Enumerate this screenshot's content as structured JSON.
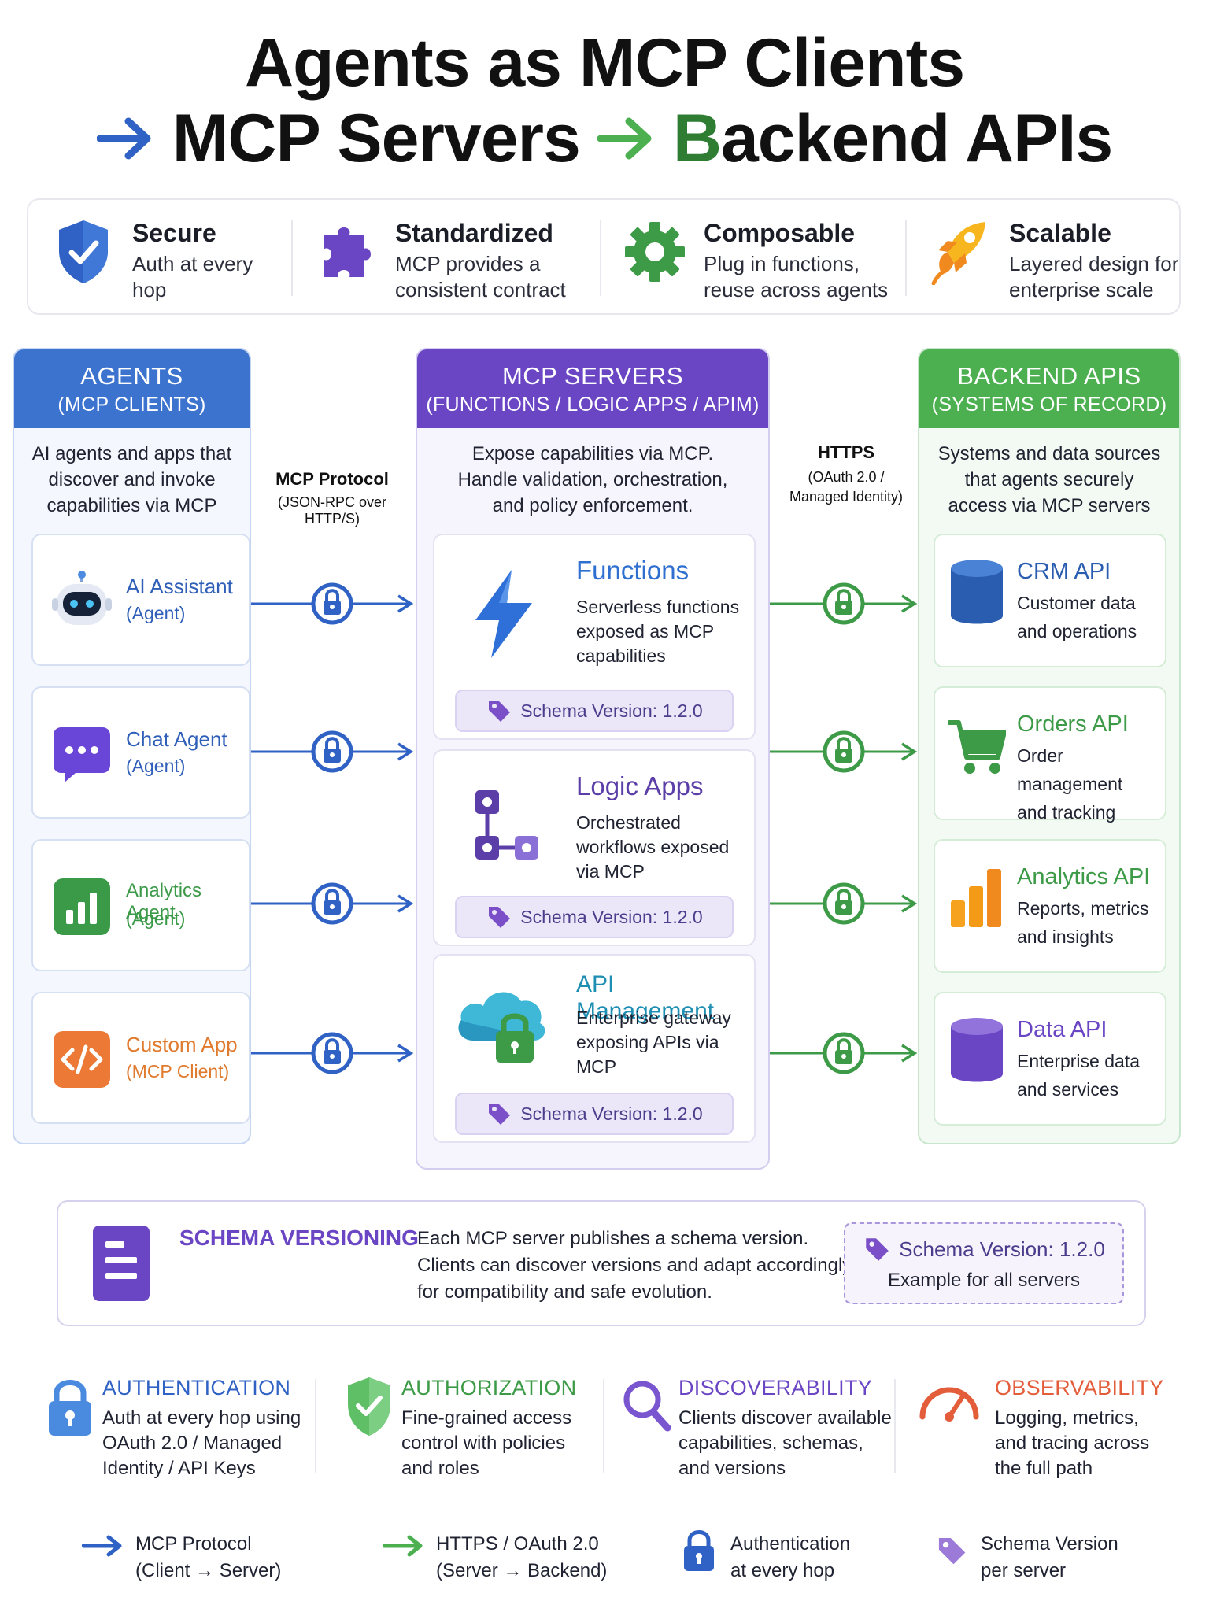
{
  "title": {
    "line1": "Agents as MCP Clients",
    "line2_part1": "MCP Servers",
    "line2_part2_first": "B",
    "line2_part2_rest": "ackend APIs"
  },
  "features": [
    {
      "title": "Secure",
      "line1": "Auth at every",
      "line2": "hop",
      "icon": "shield-check-icon"
    },
    {
      "title": "Standardized",
      "line1": "MCP provides a",
      "line2": "consistent contract",
      "icon": "puzzle-icon"
    },
    {
      "title": "Composable",
      "line1": "Plug in functions,",
      "line2": "reuse across agents",
      "icon": "gear-icon"
    },
    {
      "title": "Scalable",
      "line1": "Layered design for",
      "line2": "enterprise scale",
      "icon": "rocket-icon"
    }
  ],
  "agents": {
    "heading": "AGENTS",
    "subheading": "(MCP CLIENTS)",
    "desc": [
      "AI agents and apps that",
      "discover and invoke",
      "capabilities via MCP"
    ],
    "color": "#3b73cf",
    "items": [
      {
        "name": "AI Assistant",
        "role": "(Agent)",
        "color": "#2f5fb8",
        "icon": "robot-icon"
      },
      {
        "name": "Chat Agent",
        "role": "(Agent)",
        "color": "#2f5fb8",
        "icon": "chat-bubble-icon"
      },
      {
        "name": "Analytics Agent",
        "role": "(Agent)",
        "color": "#3b9a48",
        "icon": "bar-chart-icon"
      },
      {
        "name": "Custom App",
        "role": "(MCP Client)",
        "color": "#e07a2e",
        "icon": "code-icon"
      }
    ]
  },
  "protocol_left": {
    "title": "MCP Protocol",
    "subtitle": "(JSON-RPC over HTTP/S)"
  },
  "protocol_right": {
    "title": "HTTPS",
    "sub1": "(OAuth 2.0 /",
    "sub2": "Managed Identity)"
  },
  "servers": {
    "heading": "MCP SERVERS",
    "subheading": "(FUNCTIONS / LOGIC APPS / APIM)",
    "desc": [
      "Expose capabilities via MCP.",
      "Handle validation, orchestration,",
      "and policy enforcement."
    ],
    "color": "#6a46c4",
    "items": [
      {
        "name": "Functions",
        "lines": [
          "Serverless functions",
          "exposed as MCP",
          "capabilities"
        ],
        "schema": "Schema Version: 1.2.0",
        "color": "#2f6fd0",
        "icon": "lightning-icon"
      },
      {
        "name": "Logic Apps",
        "lines": [
          "Orchestrated",
          "workflows exposed",
          "via MCP"
        ],
        "schema": "Schema Version: 1.2.0",
        "color": "#5b3ea8",
        "icon": "workflow-icon"
      },
      {
        "name": "API Management",
        "lines": [
          "Enterprise gateway",
          "exposing APIs via",
          "MCP"
        ],
        "schema": "Schema Version: 1.2.0",
        "color": "#1e8fb3",
        "icon": "cloud-lock-icon"
      }
    ]
  },
  "backend": {
    "heading": "BACKEND APIS",
    "subheading": "(SYSTEMS OF RECORD)",
    "desc": [
      "Systems and data sources",
      "that agents securely",
      "access via MCP servers"
    ],
    "color": "#4caf50",
    "items": [
      {
        "name": "CRM API",
        "lines": [
          "Customer data",
          "and operations"
        ],
        "color": "#2a5db0",
        "icon": "database-icon"
      },
      {
        "name": "Orders API",
        "lines": [
          "Order management",
          "and tracking"
        ],
        "color": "#3d9a47",
        "icon": "cart-icon"
      },
      {
        "name": "Analytics API",
        "lines": [
          "Reports, metrics",
          "and insights"
        ],
        "color": "#3d9a47",
        "icon": "bar-chart-icon"
      },
      {
        "name": "Data API",
        "lines": [
          "Enterprise data",
          "and services"
        ],
        "color": "#6a46c4",
        "icon": "database-icon"
      }
    ]
  },
  "schema_versioning": {
    "title": "SCHEMA VERSIONING",
    "lines": [
      "Each MCP server publishes a schema version.",
      "Clients can discover versions and adapt accordingly",
      "for compatibility and safe evolution."
    ],
    "badge": "Schema Version: 1.2.0",
    "badge_sub": "Example for all servers",
    "icon": "document-icon"
  },
  "principles": [
    {
      "title": "AUTHENTICATION",
      "lines": [
        "Auth at every hop using",
        "OAuth 2.0 / Managed",
        "Identity / API Keys"
      ],
      "color": "#2f62c4",
      "icon": "lock-icon"
    },
    {
      "title": "AUTHORIZATION",
      "lines": [
        "Fine-grained access",
        "control with policies",
        "and roles"
      ],
      "color": "#3d9a47",
      "icon": "shield-check-icon"
    },
    {
      "title": "DISCOVERABILITY",
      "lines": [
        "Clients discover available",
        "capabilities, schemas,",
        "and versions"
      ],
      "color": "#6a46c4",
      "icon": "magnifier-icon"
    },
    {
      "title": "OBSERVABILITY",
      "lines": [
        "Logging, metrics,",
        "and tracing across",
        "the full path"
      ],
      "color": "#e35d3b",
      "icon": "gauge-icon"
    }
  ],
  "legend": [
    {
      "line1": "MCP Protocol",
      "line2": "(Client → Server)",
      "icon": "blue-arrow-icon"
    },
    {
      "line1": "HTTPS / OAuth 2.0",
      "line2": "(Server → Backend)",
      "icon": "green-arrow-icon"
    },
    {
      "line1": "Authentication",
      "line2": "at every hop",
      "icon": "lock-icon"
    },
    {
      "line1": "Schema Version",
      "line2": "per server",
      "icon": "tag-icon"
    }
  ]
}
